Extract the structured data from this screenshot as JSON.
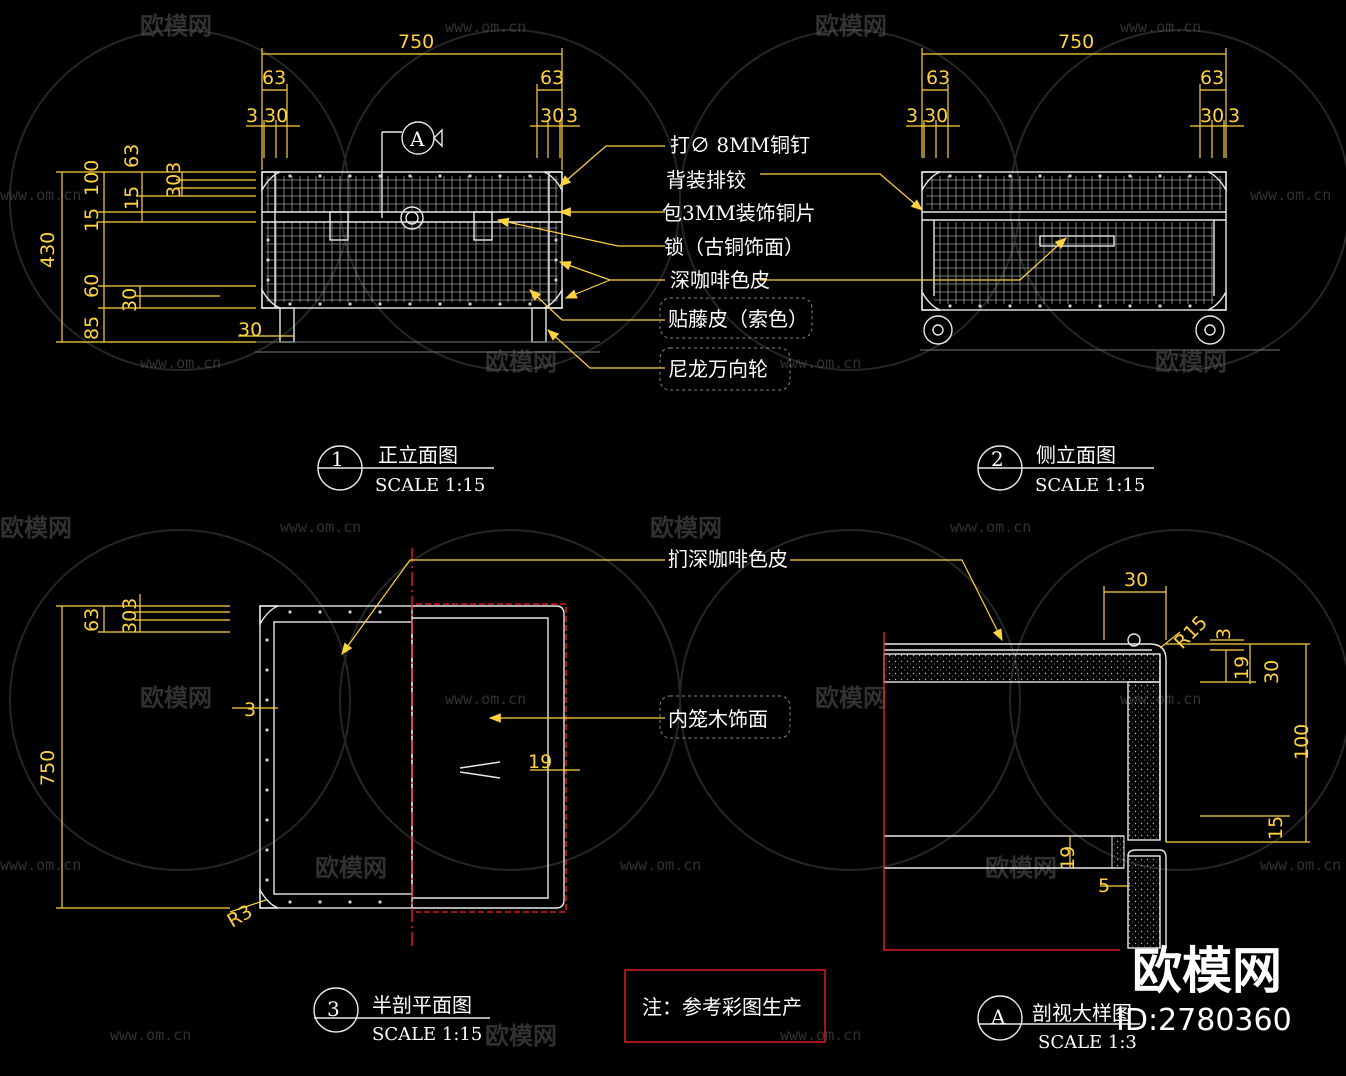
{
  "watermark": {
    "brand": "欧模网",
    "url": "www.om.cn"
  },
  "brand_mark": {
    "name": "欧模网",
    "id": "ID:2780360"
  },
  "views": {
    "front": {
      "number": "1",
      "title": "正立面图",
      "scale": "SCALE 1:15"
    },
    "side": {
      "number": "2",
      "title": "侧立面图",
      "scale": "SCALE 1:15"
    },
    "plan": {
      "number": "3",
      "title": "半剖平面图",
      "scale": "SCALE 1:15"
    },
    "detail": {
      "number": "A",
      "title": "剖视大样图",
      "scale": "SCALE 1:3"
    }
  },
  "callout_a": "A",
  "labels": {
    "nail": "打∅ 8MM铜钉",
    "hinge": "背装排铰",
    "copper": "包3MM装饰铜片",
    "lock": "锁（古铜饰面）",
    "leather": "深咖啡色皮",
    "rattan": "贴藤皮（索色）",
    "wheel": "尼龙万向轮",
    "leather2": "扪深咖啡色皮",
    "inner": "内笼木饰面"
  },
  "note": "注：参考彩图生产",
  "dims": {
    "front": {
      "width": "750",
      "left63": "63",
      "right63": "63",
      "left3": "3",
      "left30": "30",
      "right30": "30",
      "right3": "3",
      "h430": "430",
      "h100": "100",
      "h15a": "15",
      "h63": "63",
      "h15b": "15",
      "h303": "303",
      "h60": "60",
      "h85": "85",
      "h30a": "30",
      "h30b": "30"
    },
    "side": {
      "width": "750",
      "left63": "63",
      "right63": "63",
      "left3": "3",
      "left30": "30",
      "right30": "30",
      "right3": "3"
    },
    "plan": {
      "h63": "63",
      "h303": "303",
      "h750": "750",
      "d3": "3",
      "d19": "19",
      "r3": "R3"
    },
    "detail": {
      "w30": "30",
      "r15": "R15",
      "d3": "3",
      "d19": "19",
      "d30": "30",
      "d100": "100",
      "d15": "15",
      "d19b": "19",
      "d5": "5"
    }
  }
}
